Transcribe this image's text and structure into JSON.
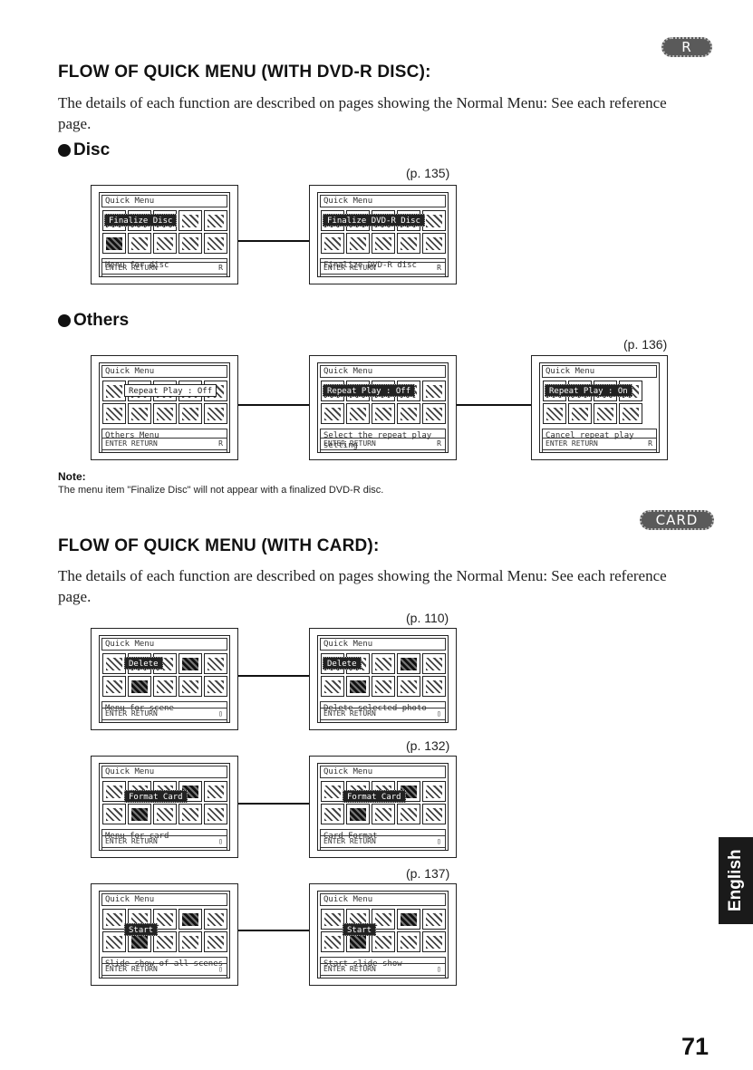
{
  "dvd": {
    "badge": "R",
    "title": "FLOW OF QUICK MENU (WITH DVD-R DISC):",
    "intro": "The details of each function are described on pages showing the Normal Menu: See each reference page."
  },
  "disc": {
    "heading": "Disc",
    "ref": "(p. 135)",
    "screens": [
      {
        "title": "Quick Menu",
        "highlight": "Finalize Disc",
        "message": "Menu for disc",
        "footer_left": "ENTER  RETURN",
        "footer_right": "R"
      },
      {
        "title": "Quick Menu",
        "highlight": "Finalize DVD-R Disc",
        "message": "Finalize DVD-R disc",
        "footer_left": "ENTER  RETURN",
        "footer_right": "R"
      }
    ]
  },
  "others": {
    "heading": "Others",
    "ref": "(p. 136)",
    "screens": [
      {
        "title": "Quick Menu",
        "highlight": "Repeat Play : Off",
        "message": "Others Menu",
        "footer_left": "ENTER  RETURN",
        "footer_right": "R"
      },
      {
        "title": "Quick Menu",
        "highlight": "Repeat Play : Off",
        "message": "Select the repeat play\nsetting",
        "footer_left": "ENTER  RETURN",
        "footer_right": "R"
      },
      {
        "title": "Quick Menu",
        "highlight": "Repeat Play : On",
        "message": "Cancel repeat play",
        "footer_left": "ENTER  RETURN",
        "footer_right": "R"
      }
    ]
  },
  "note": {
    "heading": "Note:",
    "text": "The menu item \"Finalize Disc\" will not appear with a finalized DVD-R disc."
  },
  "card": {
    "badge": "CARD",
    "title": "FLOW OF QUICK MENU (WITH CARD):",
    "intro": "The details of each function are described on pages showing the Normal Menu: See each reference page.",
    "rows": [
      {
        "ref": "(p. 110)",
        "screens": [
          {
            "title": "Quick Menu",
            "highlight": "Delete",
            "message": "Menu for scene",
            "footer_left": "ENTER  RETURN",
            "footer_right": "▯"
          },
          {
            "title": "Quick Menu",
            "highlight": "Delete",
            "message": "Delete selected photo",
            "footer_left": "ENTER  RETURN",
            "footer_right": "▯"
          }
        ]
      },
      {
        "ref": "(p. 132)",
        "screens": [
          {
            "title": "Quick Menu",
            "highlight": "Format Card",
            "message": "Menu for card",
            "footer_left": "ENTER  RETURN",
            "footer_right": "▯"
          },
          {
            "title": "Quick Menu",
            "highlight": "Format Card",
            "message": "Card Format",
            "footer_left": "ENTER  RETURN",
            "footer_right": "▯"
          }
        ]
      },
      {
        "ref": "(p. 137)",
        "screens": [
          {
            "title": "Quick Menu",
            "highlight": "Start",
            "message": "Slide show of all scenes",
            "footer_left": "ENTER  RETURN",
            "footer_right": "▯"
          },
          {
            "title": "Quick Menu",
            "highlight": "Start",
            "message": "Start slide show",
            "footer_left": "ENTER  RETURN",
            "footer_right": "▯"
          }
        ]
      }
    ]
  },
  "side_tab": "English",
  "page_number": "71"
}
